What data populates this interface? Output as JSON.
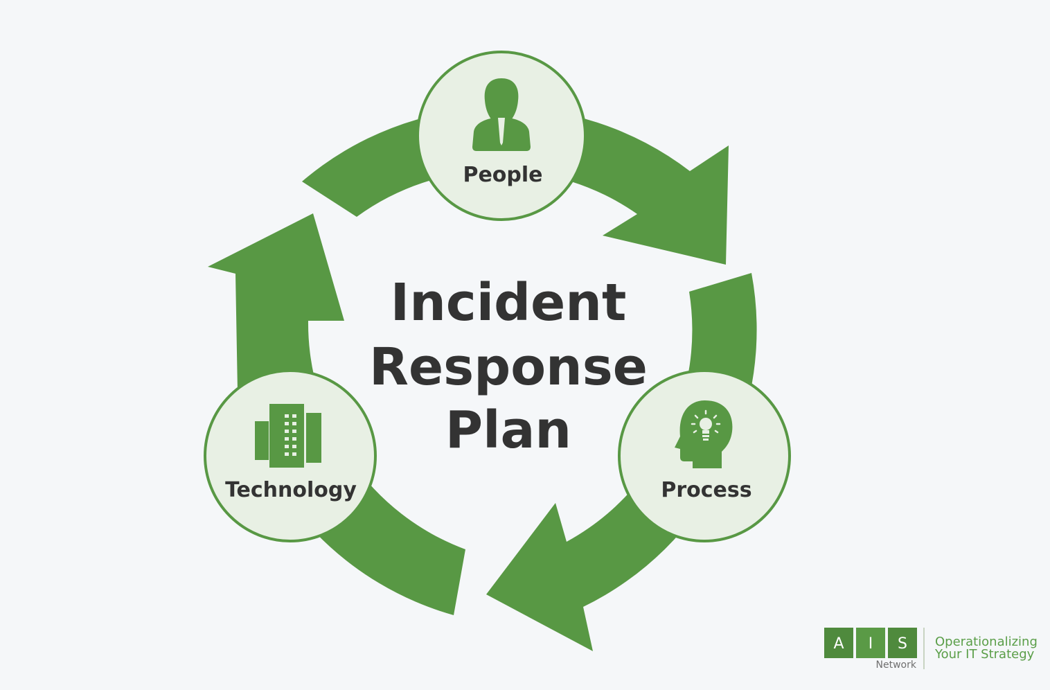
{
  "title": {
    "line1": "Incident",
    "line2": "Response",
    "line3": "Plan"
  },
  "nodes": [
    {
      "label": "People",
      "icon": "person-icon"
    },
    {
      "label": "Process",
      "icon": "head-lightbulb-icon"
    },
    {
      "label": "Technology",
      "icon": "buildings-icon"
    }
  ],
  "logo": {
    "letters": [
      "A",
      "I",
      "S"
    ],
    "sub": "Network",
    "tagline1": "Operationalizing",
    "tagline2": "Your IT Strategy"
  },
  "colors": {
    "arrow": "#589844",
    "circle_fill": "#e8f0e4",
    "circle_stroke": "#589844",
    "text": "#333333",
    "background": "#f5f7f9"
  }
}
